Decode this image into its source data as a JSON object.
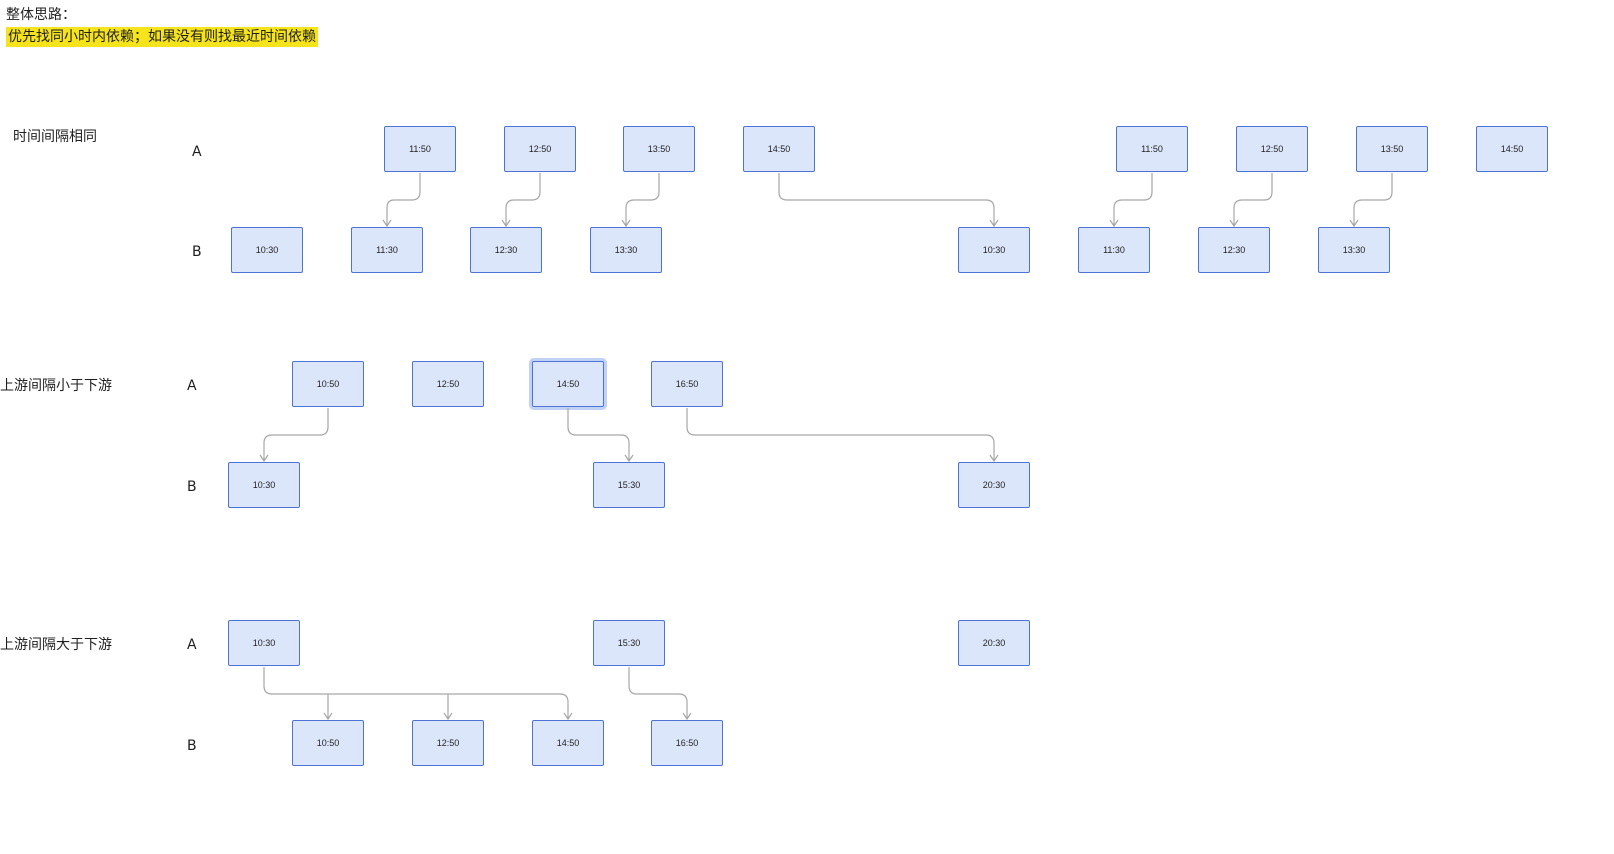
{
  "header": {
    "title": "整体思路：",
    "note": "优先找同小时内依赖；如果没有则找最近时间依赖"
  },
  "sections": [
    {
      "label": "时间间隔相同",
      "rows": [
        {
          "name": "A",
          "nodes": [
            "11:50",
            "12:50",
            "13:50",
            "14:50",
            "11:50",
            "12:50",
            "13:50",
            "14:50"
          ]
        },
        {
          "name": "B",
          "nodes": [
            "10:30",
            "11:30",
            "12:30",
            "13:30",
            "10:30",
            "11:30",
            "12:30",
            "13:30"
          ]
        }
      ],
      "edges": [
        {
          "from": "A.0",
          "to": "B.1"
        },
        {
          "from": "A.1",
          "to": "B.2"
        },
        {
          "from": "A.2",
          "to": "B.3"
        },
        {
          "from": "A.3",
          "to": "B.4"
        },
        {
          "from": "A.4",
          "to": "B.5"
        },
        {
          "from": "A.5",
          "to": "B.6"
        },
        {
          "from": "A.6",
          "to": "B.7"
        }
      ]
    },
    {
      "label": "上游间隔小于下游",
      "rows": [
        {
          "name": "A",
          "nodes": [
            "10:50",
            "12:50",
            "14:50",
            "16:50"
          ]
        },
        {
          "name": "B",
          "nodes": [
            "10:30",
            "15:30",
            "20:30"
          ]
        }
      ],
      "edges": [
        {
          "from": "A.0",
          "to": "B.0"
        },
        {
          "from": "A.2",
          "to": "B.1"
        },
        {
          "from": "A.3",
          "to": "B.2"
        }
      ]
    },
    {
      "label": "上游间隔大于下游",
      "rows": [
        {
          "name": "A",
          "nodes": [
            "10:30",
            "15:30",
            "20:30"
          ]
        },
        {
          "name": "B",
          "nodes": [
            "10:50",
            "12:50",
            "14:50",
            "16:50"
          ]
        }
      ],
      "edges": [
        {
          "from": "A.0",
          "to": "B.0"
        },
        {
          "from": "A.0",
          "to": "B.1"
        },
        {
          "from": "A.0",
          "to": "B.2"
        },
        {
          "from": "A.1",
          "to": "B.3"
        }
      ]
    }
  ],
  "colors": {
    "node_fill": "#dbe6fb",
    "node_border": "#4d73d6",
    "edge": "#a6a6a6",
    "highlight": "#f5e31c"
  }
}
